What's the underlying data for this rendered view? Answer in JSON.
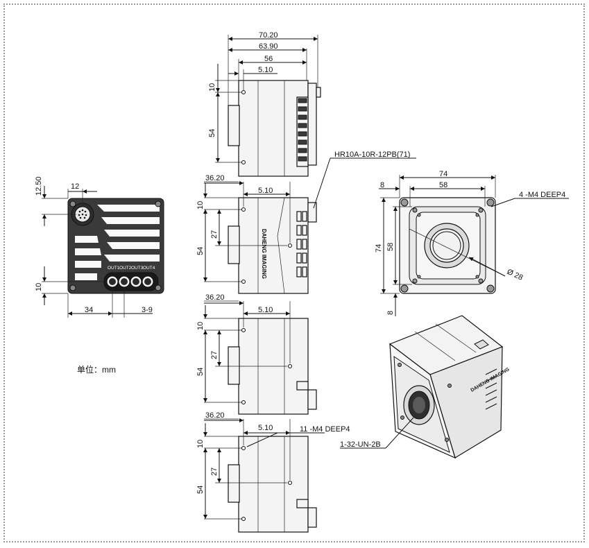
{
  "labels": {
    "unit": "单位：mm",
    "connector": "HR10A-10R-12PB(71)",
    "holes_front": "4 -M4 DEEP4",
    "holes_side": "11 -M4 DEEP4",
    "lens_mount": "1-32-UN-2B",
    "diameter": "Ø 28",
    "io_pins": [
      "OUT1",
      "OUT2",
      "OUT3",
      "OUT4"
    ],
    "brand_text": "DAHENG IMAGING"
  },
  "top_view": {
    "d1": "70.20",
    "d2": "63.90",
    "d3": "56",
    "d4": "5.10",
    "h1": "10",
    "h2": "54"
  },
  "back_view": {
    "h_top": "12.50",
    "w_conn": "12",
    "h_bot": "10",
    "w_left": "34",
    "w_pins": "3-9"
  },
  "side_view_1": {
    "d1": "36.20",
    "d2": "5.10",
    "h1": "10",
    "h2": "27",
    "h3": "54"
  },
  "side_view_2": {
    "d1": "36.20",
    "d2": "5.10",
    "h1": "10",
    "h2": "27",
    "h3": "54"
  },
  "side_view_3": {
    "d1": "36.20",
    "d2": "5.10",
    "h1": "10",
    "h2": "27",
    "h3": "54"
  },
  "front_view": {
    "w1": "74",
    "w2": "58",
    "w_off": "8",
    "h1": "74",
    "h2": "58",
    "h_off": "8"
  }
}
